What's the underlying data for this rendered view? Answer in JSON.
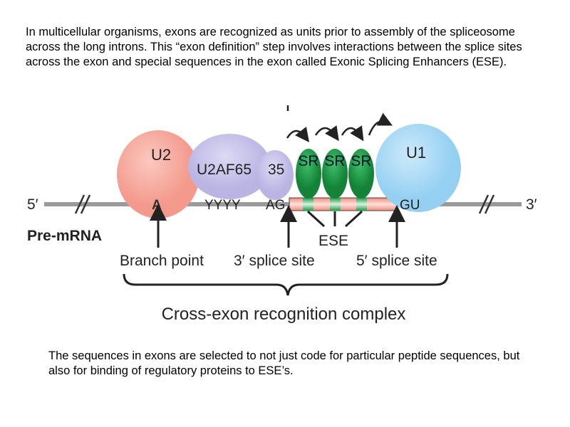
{
  "intro_text": "In multicellular organisms, exons are recognized as units prior to assembly of the spliceosome across the long introns.  This “exon definition” step involves interactions between the splice sites across the exon and special sequences in the exon called Exonic Splicing Enhancers (ESE).",
  "diagram": {
    "five_prime": "5′",
    "three_prime": "3′",
    "pre_mrna": "Pre-mRNA",
    "u2": "U2",
    "u2af65": "U2AF65",
    "u2af35": "35",
    "sr": [
      "SR",
      "SR",
      "SR"
    ],
    "u1": "U1",
    "branch_a": "A",
    "pyrimidine": "YYYY",
    "ag": "AG",
    "gu": "GU",
    "ese": "ESE",
    "branch_point": "Branch point",
    "splice3": "3′ splice site",
    "splice5": "5′ splice site",
    "complex": "Cross-exon recognition complex",
    "colors": {
      "u2": "#f6a99e",
      "u2af": "#c9c6ea",
      "sr": "#1f9a4a",
      "u1": "#a9daf5",
      "exon": "#f7b3a6",
      "ese": "#2fa860",
      "line": "#9a9a9a"
    }
  },
  "footer_text": "The sequences in exons are selected to not just code for particular peptide sequences, but also for binding of regulatory proteins to ESE’s."
}
